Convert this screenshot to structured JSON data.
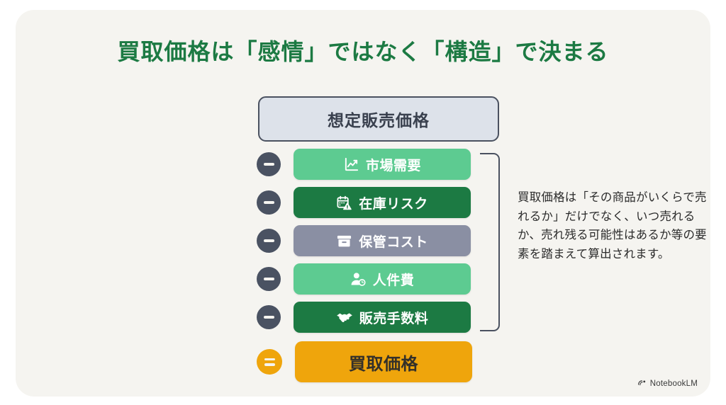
{
  "slide": {
    "title": "買取価格は「感情」ではなく「構造」で決まる",
    "background_color": "#F5F4F0",
    "title_color": "#1C7A43"
  },
  "diagram": {
    "top_box": {
      "label": "想定販売価格",
      "fill": "#DDE2EA",
      "border": "#4A5160"
    },
    "deductions": [
      {
        "operator": "-",
        "icon": "chart-line-up-icon",
        "label": "市場需要",
        "color": "#5DCB91"
      },
      {
        "operator": "-",
        "icon": "calendar-warning-icon",
        "label": "在庫リスク",
        "color": "#1C7A43"
      },
      {
        "operator": "-",
        "icon": "archive-box-icon",
        "label": "保管コスト",
        "color": "#8A8FA3"
      },
      {
        "operator": "-",
        "icon": "person-clock-icon",
        "label": "人件費",
        "color": "#5DCB91"
      },
      {
        "operator": "-",
        "icon": "handshake-icon",
        "label": "販売手数料",
        "color": "#1C7A43"
      }
    ],
    "result": {
      "operator": "=",
      "label": "買取価格",
      "color": "#EFA50C"
    }
  },
  "note": {
    "text": "買取価格は「その商品がいくらで売れるか」だけでなく、いつ売れるか、売れ残る可能性はあるか等の要素を踏まえて算出されます。"
  },
  "watermark": {
    "label": "NotebookLM"
  }
}
